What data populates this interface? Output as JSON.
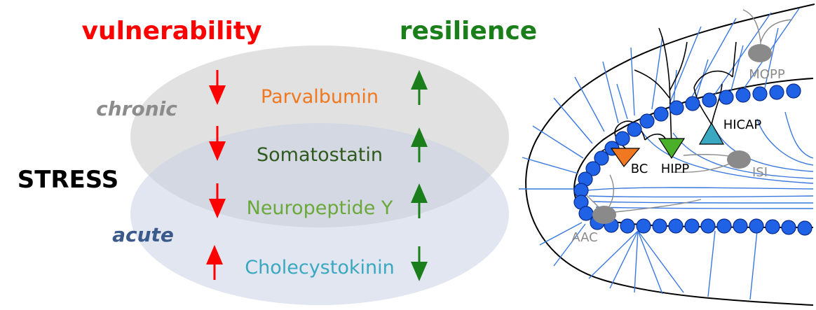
{
  "headers": {
    "vulnerability": "vulnerability",
    "resilience": "resilience"
  },
  "stress": "STRESS",
  "conditions": {
    "chronic": "chronic",
    "acute": "acute"
  },
  "markers": [
    {
      "name": "Parvalbumin",
      "vulnerability": "down",
      "resilience": "up"
    },
    {
      "name": "Somatostatin",
      "vulnerability": "down",
      "resilience": "up"
    },
    {
      "name": "Neuropeptide Y",
      "vulnerability": "down",
      "resilience": "up"
    },
    {
      "name": "Cholecystokinin",
      "vulnerability": "up",
      "resilience": "down"
    }
  ],
  "cell_labels": {
    "mopp": "MOPP",
    "hicap": "HICAP",
    "bc": "BC",
    "hipp": "HIPP",
    "isi": "ISI",
    "aac": "AAC"
  },
  "colors": {
    "vulnerability": "#ff0000",
    "resilience": "#1a7f1a",
    "stress": "#000000",
    "chronic": "#8c8c8c",
    "acute": "#3a5a8c",
    "parvalbumin": "#f07820",
    "somatostatin": "#2f5a1e",
    "neuropeptide_y": "#6aa83a",
    "cholecystokinin": "#3aa8c0",
    "chronic_ellipse": "#dcdcdc",
    "acute_ellipse": "#d4dcea",
    "granule_cell": "#1f62e6",
    "axon": "#3a78e0",
    "dendrite": "#000000",
    "gray_cell": "#8a8a8a"
  }
}
